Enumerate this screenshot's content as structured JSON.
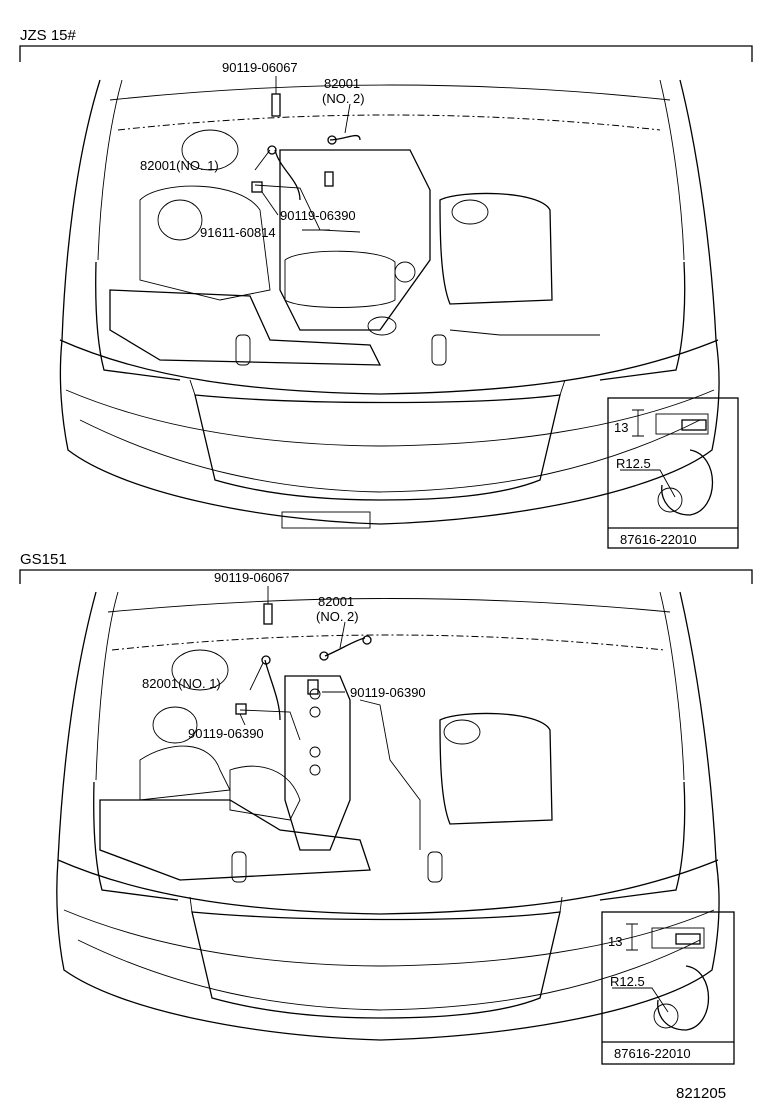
{
  "sections": [
    {
      "model": "JZS 15#",
      "labels": {
        "bolt_top": "90119-06067",
        "wire_no2": "82001",
        "wire_no2_sub": "(NO. 2)",
        "wire_no1": "82001(NO. 1)",
        "bolt_mid": "90119-06390",
        "bolt_lower": "91611-60814"
      },
      "detail": {
        "dim_13": "13",
        "radius": "R12.5",
        "part": "87616-22010"
      }
    },
    {
      "model": "GS151",
      "labels": {
        "bolt_top": "90119-06067",
        "wire_no2": "82001",
        "wire_no2_sub": "(NO. 2)",
        "wire_no1": "82001(NO. 1)",
        "bolt_right": "90119-06390",
        "bolt_left": "90119-06390"
      },
      "detail": {
        "dim_13": "13",
        "radius": "R12.5",
        "part": "87616-22010"
      }
    }
  ],
  "diagram_id": "821205"
}
